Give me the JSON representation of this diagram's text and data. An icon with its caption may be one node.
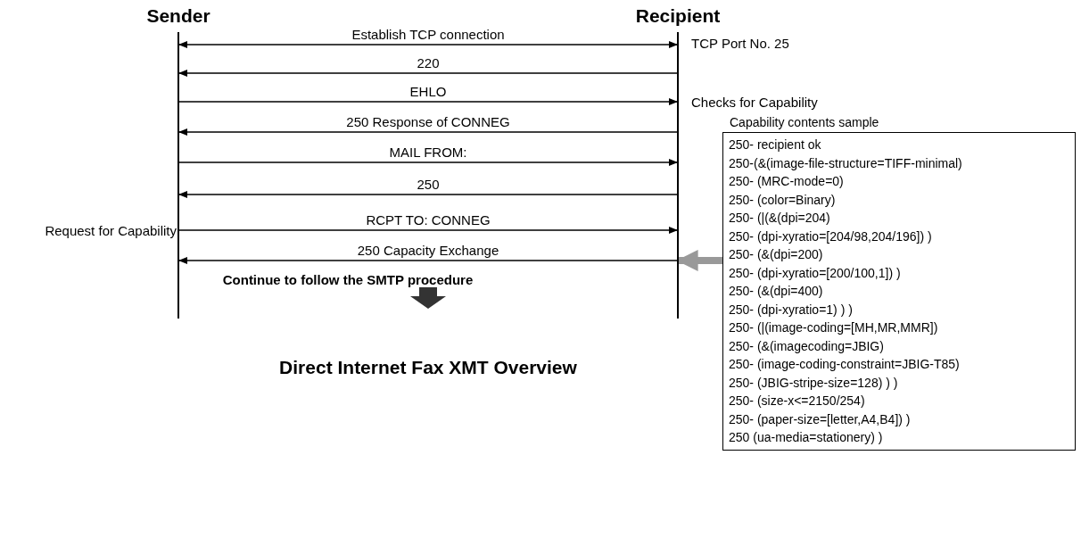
{
  "diagram": {
    "caption": "Direct Internet Fax XMT Overview",
    "nodes": [
      {
        "text": [
          "Sender"
        ]
      },
      {
        "text": [
          "Recipient"
        ]
      },
      {
        "text": [
          "Capability contents sample",
          "250- recipient ok",
          "250-(&(image-file-structure=TIFF-minimal)",
          "250- (MRC-mode=0)",
          "250- (color=Binary)",
          "250- (|(&(dpi=204)",
          "250- (dpi-xyratio=[204/98,204/196]) )",
          "250- (&(dpi=200)",
          "250- (dpi-xyratio=[200/100,1]) )",
          "250- (&(dpi=400)",
          "250- (dpi-xyratio=1) ) )",
          "250- (|(image-coding=[MH,MR,MMR])",
          "250- (&(imagecoding=JBIG)",
          "250- (image-coding-constraint=JBIG-T85)",
          "250- (JBIG-stripe-size=128) ) )",
          "250- (size-x<=2150/254)",
          "250- (paper-size=[letter,A4,B4]) )",
          "250 (ua-media=stationery) )"
        ]
      }
    ],
    "edges": [
      {
        "from": 0,
        "to": 1,
        "arrow": "both",
        "label": "Establish TCP connection"
      },
      {
        "from": 1,
        "to": 0,
        "arrow": "to",
        "label": "220"
      },
      {
        "from": 0,
        "to": 1,
        "arrow": "to",
        "label": "EHLO"
      },
      {
        "from": 1,
        "to": 0,
        "arrow": "to",
        "label": "250 Response of CONNEG"
      },
      {
        "from": 0,
        "to": 1,
        "arrow": "to",
        "label": "MAIL FROM:"
      },
      {
        "from": 1,
        "to": 0,
        "arrow": "to",
        "label": "250"
      },
      {
        "from": 0,
        "to": 1,
        "arrow": "to",
        "label": "RCPT TO: CONNEG"
      },
      {
        "from": 1,
        "to": 0,
        "arrow": "to",
        "label": "250 Capacity Exchange"
      },
      {
        "from": 2,
        "to": 1,
        "arrow": "to",
        "style": "thick",
        "color": "#999999"
      }
    ],
    "labels": [
      "TCP Port No. 25",
      "Checks for Capability",
      "Request for Capability",
      "Continue to follow the SMTP procedure"
    ]
  }
}
